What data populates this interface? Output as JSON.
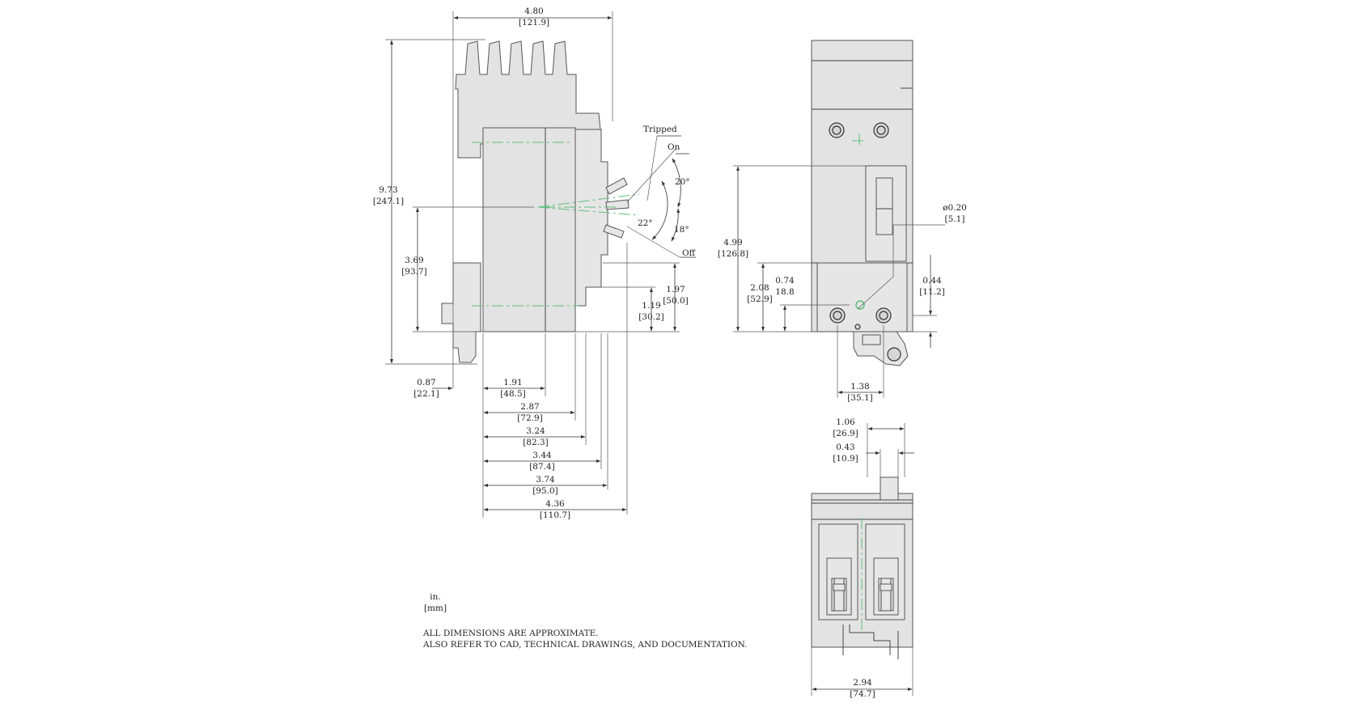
{
  "colors": {
    "background": "#ffffff",
    "body": "#e3e3e3",
    "outline": "#555555",
    "centerline": "#5cbf7a"
  },
  "side_view": {
    "overall_width": "4.80",
    "overall_width_mm": "[121.9]",
    "overall_height": "9.73",
    "overall_height_mm": "[247.1]",
    "handle_height": "3.69",
    "handle_height_mm": "[93.7]",
    "label_tripped": "Tripped",
    "label_on": "On",
    "label_off": "Off",
    "angle_on": "20°",
    "angle_tripped": "22°",
    "angle_off": "18°",
    "dim_197": "1.97",
    "dim_197_mm": "[50.0]",
    "dim_119": "1.19",
    "dim_119_mm": "[30.2]",
    "dim_087": "0.87",
    "dim_087_mm": "[22.1]",
    "dim_191": "1.91",
    "dim_191_mm": "[48.5]",
    "dim_287": "2.87",
    "dim_287_mm": "[72.9]",
    "dim_324": "3.24",
    "dim_324_mm": "[82.3]",
    "dim_344": "3.44",
    "dim_344_mm": "[87.4]",
    "dim_374": "3.74",
    "dim_374_mm": "[95.0]",
    "dim_436": "4.36",
    "dim_436_mm": "[110.7]"
  },
  "front_view": {
    "dim_499": "4.99",
    "dim_499_mm": "[126.8]",
    "dim_208": "2.08",
    "dim_208_mm": "[52.9]",
    "dim_074": "0.74",
    "dim_074_mm": "18.8",
    "dim_044": "0.44",
    "dim_044_mm": "[11.2]",
    "hole_dia": "ø0.20",
    "hole_dia_mm": "[5.1]",
    "dim_138": "1.38",
    "dim_138_mm": "[35.1]"
  },
  "bottom_view": {
    "dim_106": "1.06",
    "dim_106_mm": "[26.9]",
    "dim_043": "0.43",
    "dim_043_mm": "[10.9]",
    "dim_294": "2.94",
    "dim_294_mm": "[74.7]"
  },
  "units": {
    "inch": "in.",
    "mm": "[mm]"
  },
  "notes": {
    "line1": "ALL DIMENSIONS ARE APPROXIMATE.",
    "line2": "ALSO REFER TO CAD, TECHNICAL DRAWINGS, AND DOCUMENTATION."
  }
}
